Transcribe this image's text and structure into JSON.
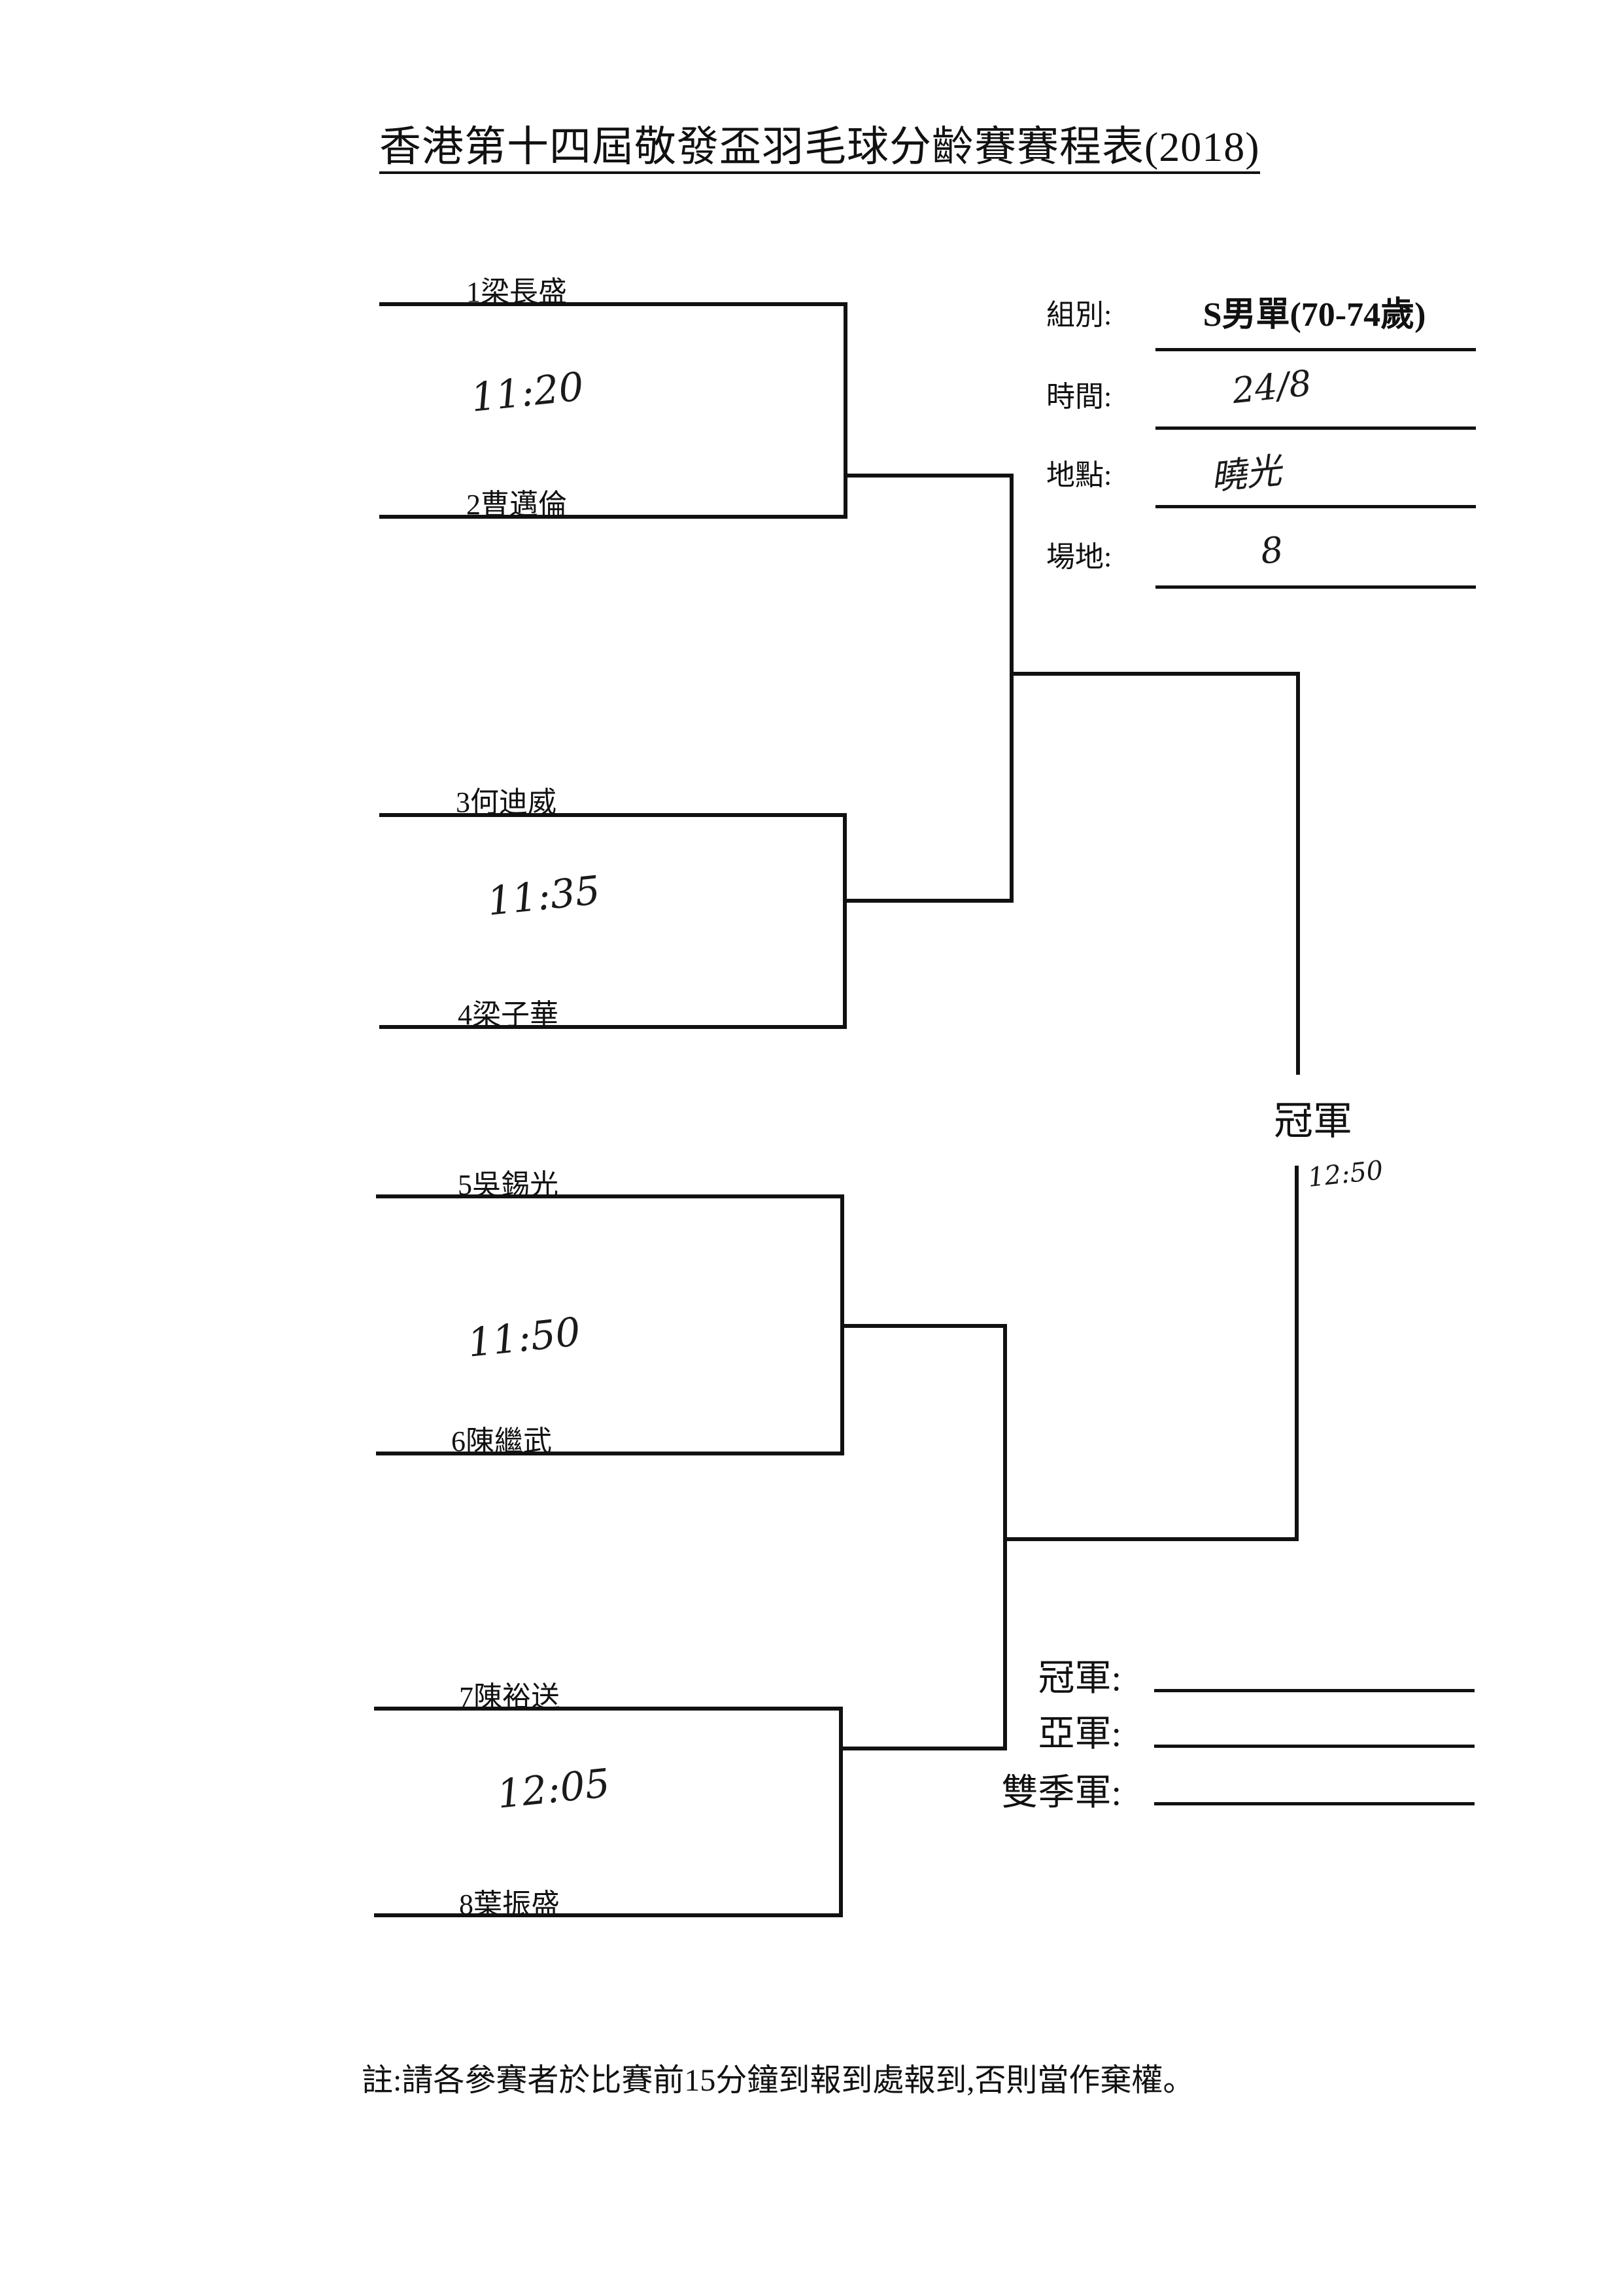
{
  "title": "香港第十四屆敬發盃羽毛球分齡賽賽程表(2018)",
  "info": [
    {
      "label": "組別:",
      "value": "S男單(70-74歲)",
      "handwritten": false
    },
    {
      "label": "時間:",
      "value": "24/8",
      "handwritten": true
    },
    {
      "label": "地點:",
      "value": "曉光",
      "handwritten": true
    },
    {
      "label": "場地:",
      "value": "8",
      "handwritten": true
    }
  ],
  "players": [
    "1梁長盛",
    "2曹邁倫",
    "3何迪威",
    "4梁子華",
    "5吳錫光",
    "6陳繼武",
    "7陳裕送",
    "8葉振盛"
  ],
  "match_times": [
    "11:20",
    "11:35",
    "11:50",
    "12:05"
  ],
  "final": {
    "label": "冠軍",
    "time": "12:50"
  },
  "placings": [
    {
      "label": "冠軍:",
      "value": ""
    },
    {
      "label": "亞軍:",
      "value": ""
    },
    {
      "label": "雙季軍:",
      "value": ""
    }
  ],
  "note": "註:請各參賽者於比賽前15分鐘到報到處報到,否則當作棄權。"
}
